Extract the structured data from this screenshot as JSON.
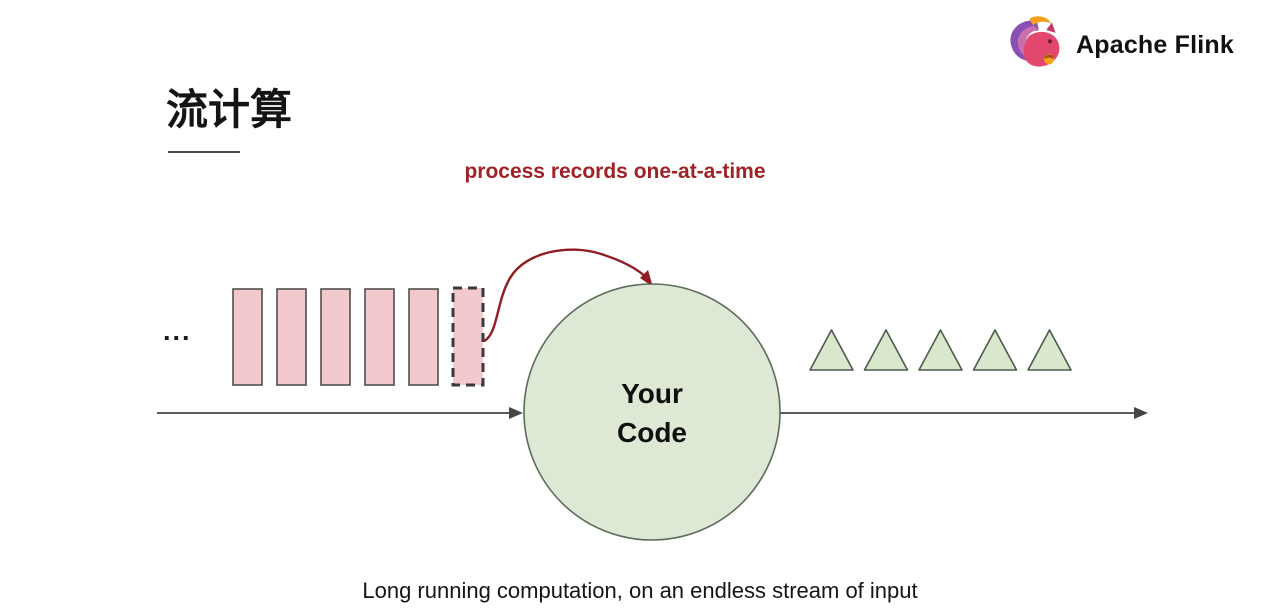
{
  "header": {
    "logo_label": "Apache Flink"
  },
  "title": {
    "text": "流计算"
  },
  "annotation": {
    "text": "process records one-at-a-time",
    "color": "#9e2226"
  },
  "stream": {
    "ellipsis": "...",
    "records": {
      "solid_count": 5,
      "dashed_count": 1,
      "fill": "#f2c9cd",
      "border": "#4f4f4f",
      "dashed_border": "#3a3a3a"
    },
    "processor": {
      "line1": "Your",
      "line2": "Code",
      "fill": "#dde9d4",
      "border": "#5d6b5d"
    },
    "outputs": {
      "count": 5,
      "shape": "triangle",
      "fill": "#d9e8cc",
      "border": "#4d5a4d"
    },
    "flow_arrow_color": "#454545",
    "loop_arrow_color": "#8f1d22"
  },
  "caption": {
    "text": "Long running computation, on an endless stream of input"
  }
}
